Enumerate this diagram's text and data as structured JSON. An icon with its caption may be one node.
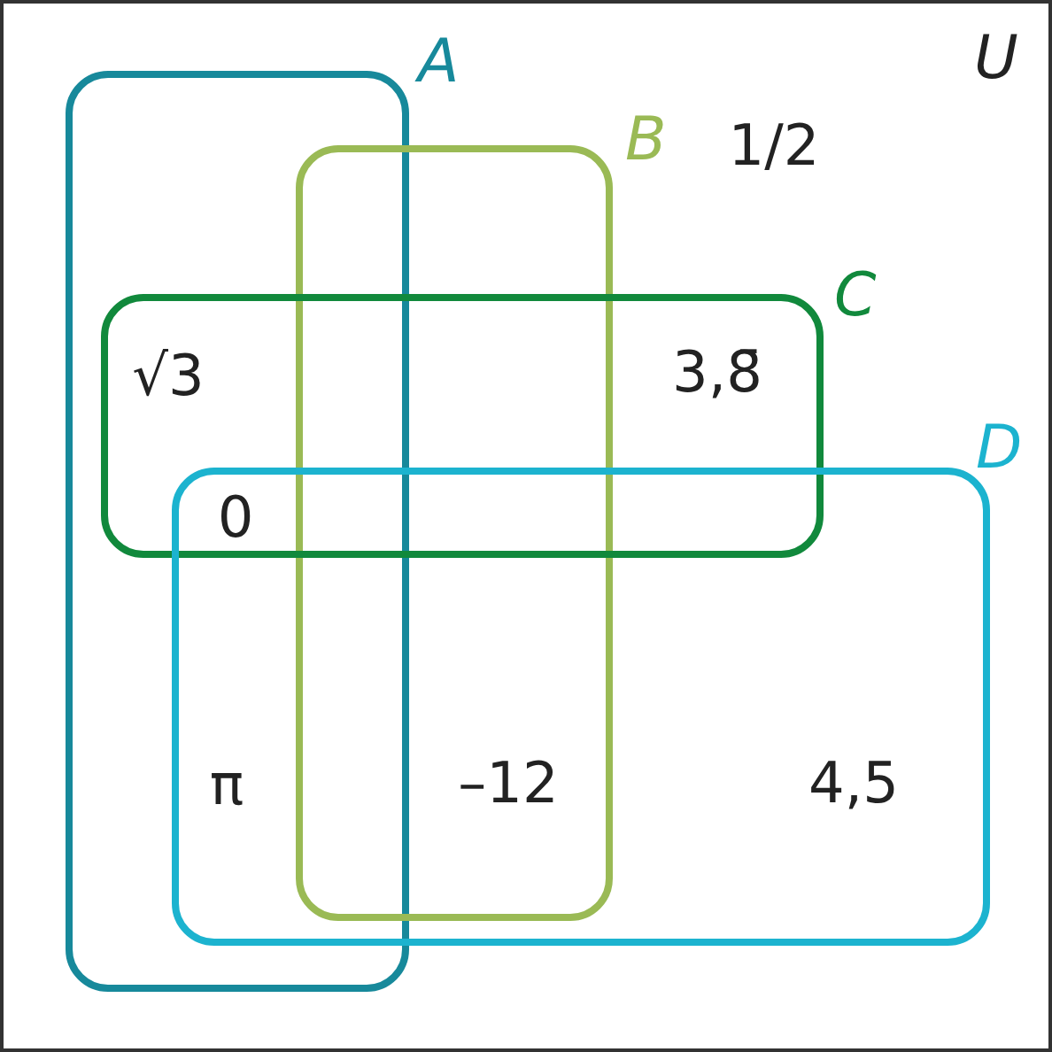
{
  "diagram": {
    "nodes": [
      {
        "text": [
          "U"
        ]
      },
      {
        "text": [
          "A"
        ],
        "in": 0
      },
      {
        "text": [
          "B"
        ],
        "in": 0
      },
      {
        "text": [
          "C"
        ],
        "in": 0
      },
      {
        "text": [
          "D"
        ],
        "in": 0
      }
    ],
    "labels": [
      "1/2",
      "√3",
      "3,8̄",
      "0",
      "π",
      "–12",
      "4,5"
    ]
  }
}
